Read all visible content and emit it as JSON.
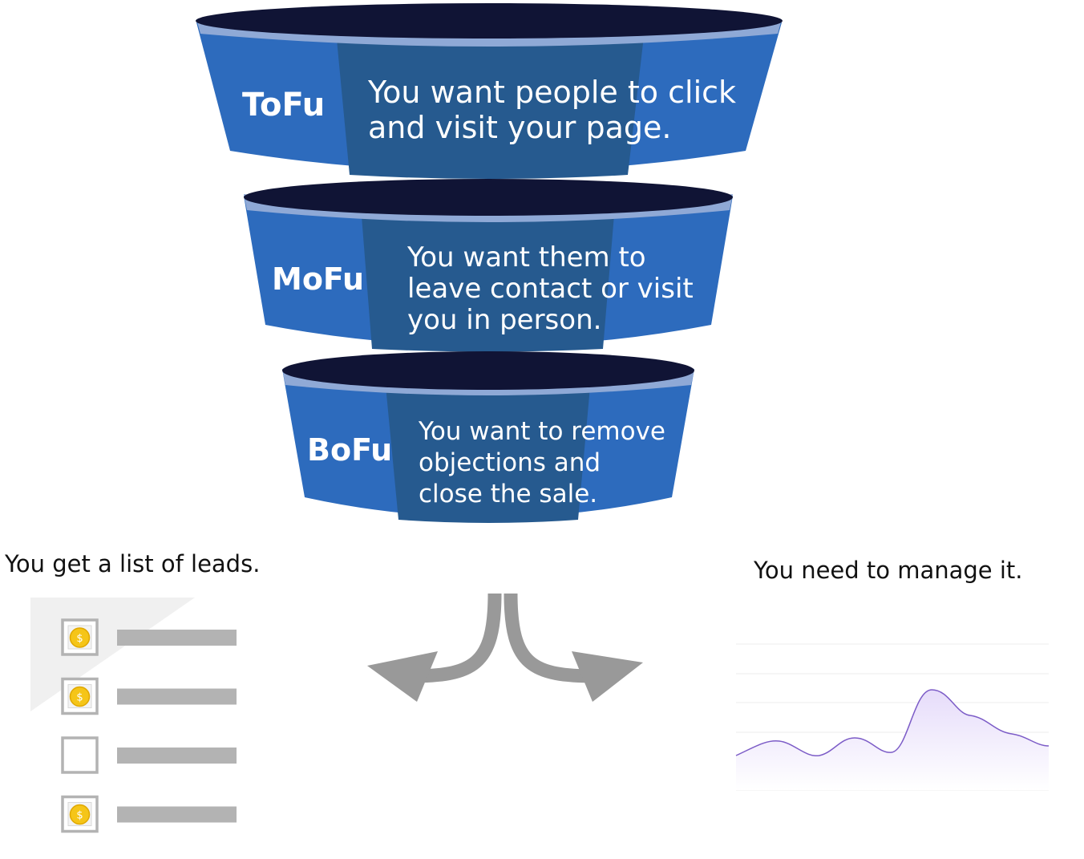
{
  "funnel": {
    "stages": [
      {
        "label": "ToFu",
        "lines": [
          "You want people to click",
          "and visit your page."
        ]
      },
      {
        "label": "MoFu",
        "lines": [
          "You want them to",
          "leave contact or visit",
          "you in person."
        ]
      },
      {
        "label": "BoFu",
        "lines": [
          "You want to remove",
          "objections and",
          "close the sale."
        ]
      }
    ]
  },
  "leads": {
    "caption": "You get a list of leads.",
    "rows": [
      {
        "checked": true
      },
      {
        "checked": true
      },
      {
        "checked": false
      },
      {
        "checked": true
      }
    ]
  },
  "manage": {
    "caption": "You need to manage it."
  },
  "colors": {
    "rim": "#101435",
    "band": "#8fa9d6",
    "side": "#2d6bbd",
    "center": "#265a8f",
    "arrow": "#999999",
    "placeholder": "#b3b3b3",
    "coin": "#f5c518",
    "line": "#7c5cc7",
    "area": "#ece6fb"
  }
}
